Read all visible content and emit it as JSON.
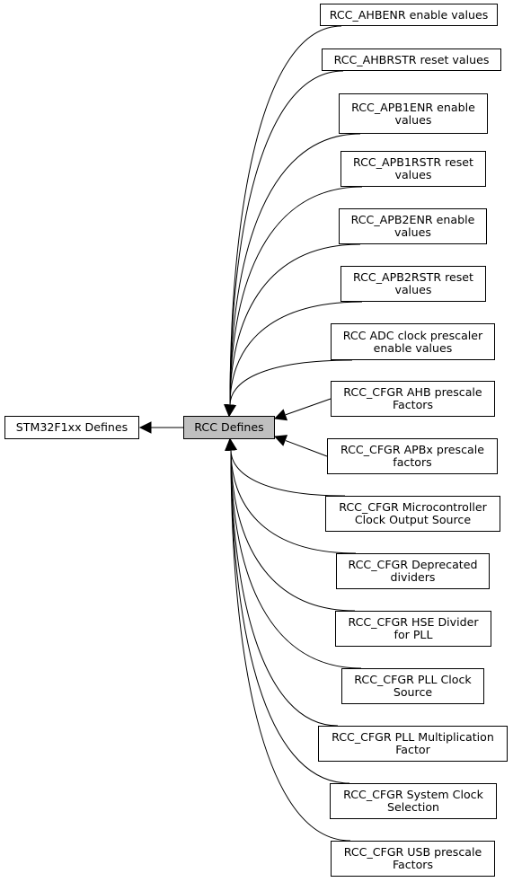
{
  "colors": {
    "edge": "#000000",
    "node_border": "#000000",
    "node_fill": "#ffffff",
    "current_fill": "#bfbfbf"
  },
  "parent": {
    "lines": [
      "STM32F1xx Defines"
    ]
  },
  "current": {
    "lines": [
      "RCC Defines"
    ]
  },
  "children": [
    {
      "lines": [
        "RCC_AHBENR enable values"
      ]
    },
    {
      "lines": [
        "RCC_AHBRSTR reset values"
      ]
    },
    {
      "lines": [
        "RCC_APB1ENR enable",
        "values"
      ]
    },
    {
      "lines": [
        "RCC_APB1RSTR reset",
        "values"
      ]
    },
    {
      "lines": [
        "RCC_APB2ENR enable",
        "values"
      ]
    },
    {
      "lines": [
        "RCC_APB2RSTR reset",
        "values"
      ]
    },
    {
      "lines": [
        "RCC ADC clock prescaler",
        "enable values"
      ]
    },
    {
      "lines": [
        "RCC_CFGR AHB prescale",
        "Factors"
      ]
    },
    {
      "lines": [
        "RCC_CFGR APBx prescale",
        "factors"
      ]
    },
    {
      "lines": [
        "RCC_CFGR Microcontroller",
        "Clock Output Source"
      ]
    },
    {
      "lines": [
        "RCC_CFGR Deprecated",
        "dividers"
      ]
    },
    {
      "lines": [
        "RCC_CFGR HSE Divider",
        "for PLL"
      ]
    },
    {
      "lines": [
        "RCC_CFGR PLL Clock",
        "Source"
      ]
    },
    {
      "lines": [
        "RCC_CFGR PLL Multiplication",
        "Factor"
      ]
    },
    {
      "lines": [
        "RCC_CFGR System Clock",
        "Selection"
      ]
    },
    {
      "lines": [
        "RCC_CFGR USB prescale",
        "Factors"
      ]
    }
  ]
}
